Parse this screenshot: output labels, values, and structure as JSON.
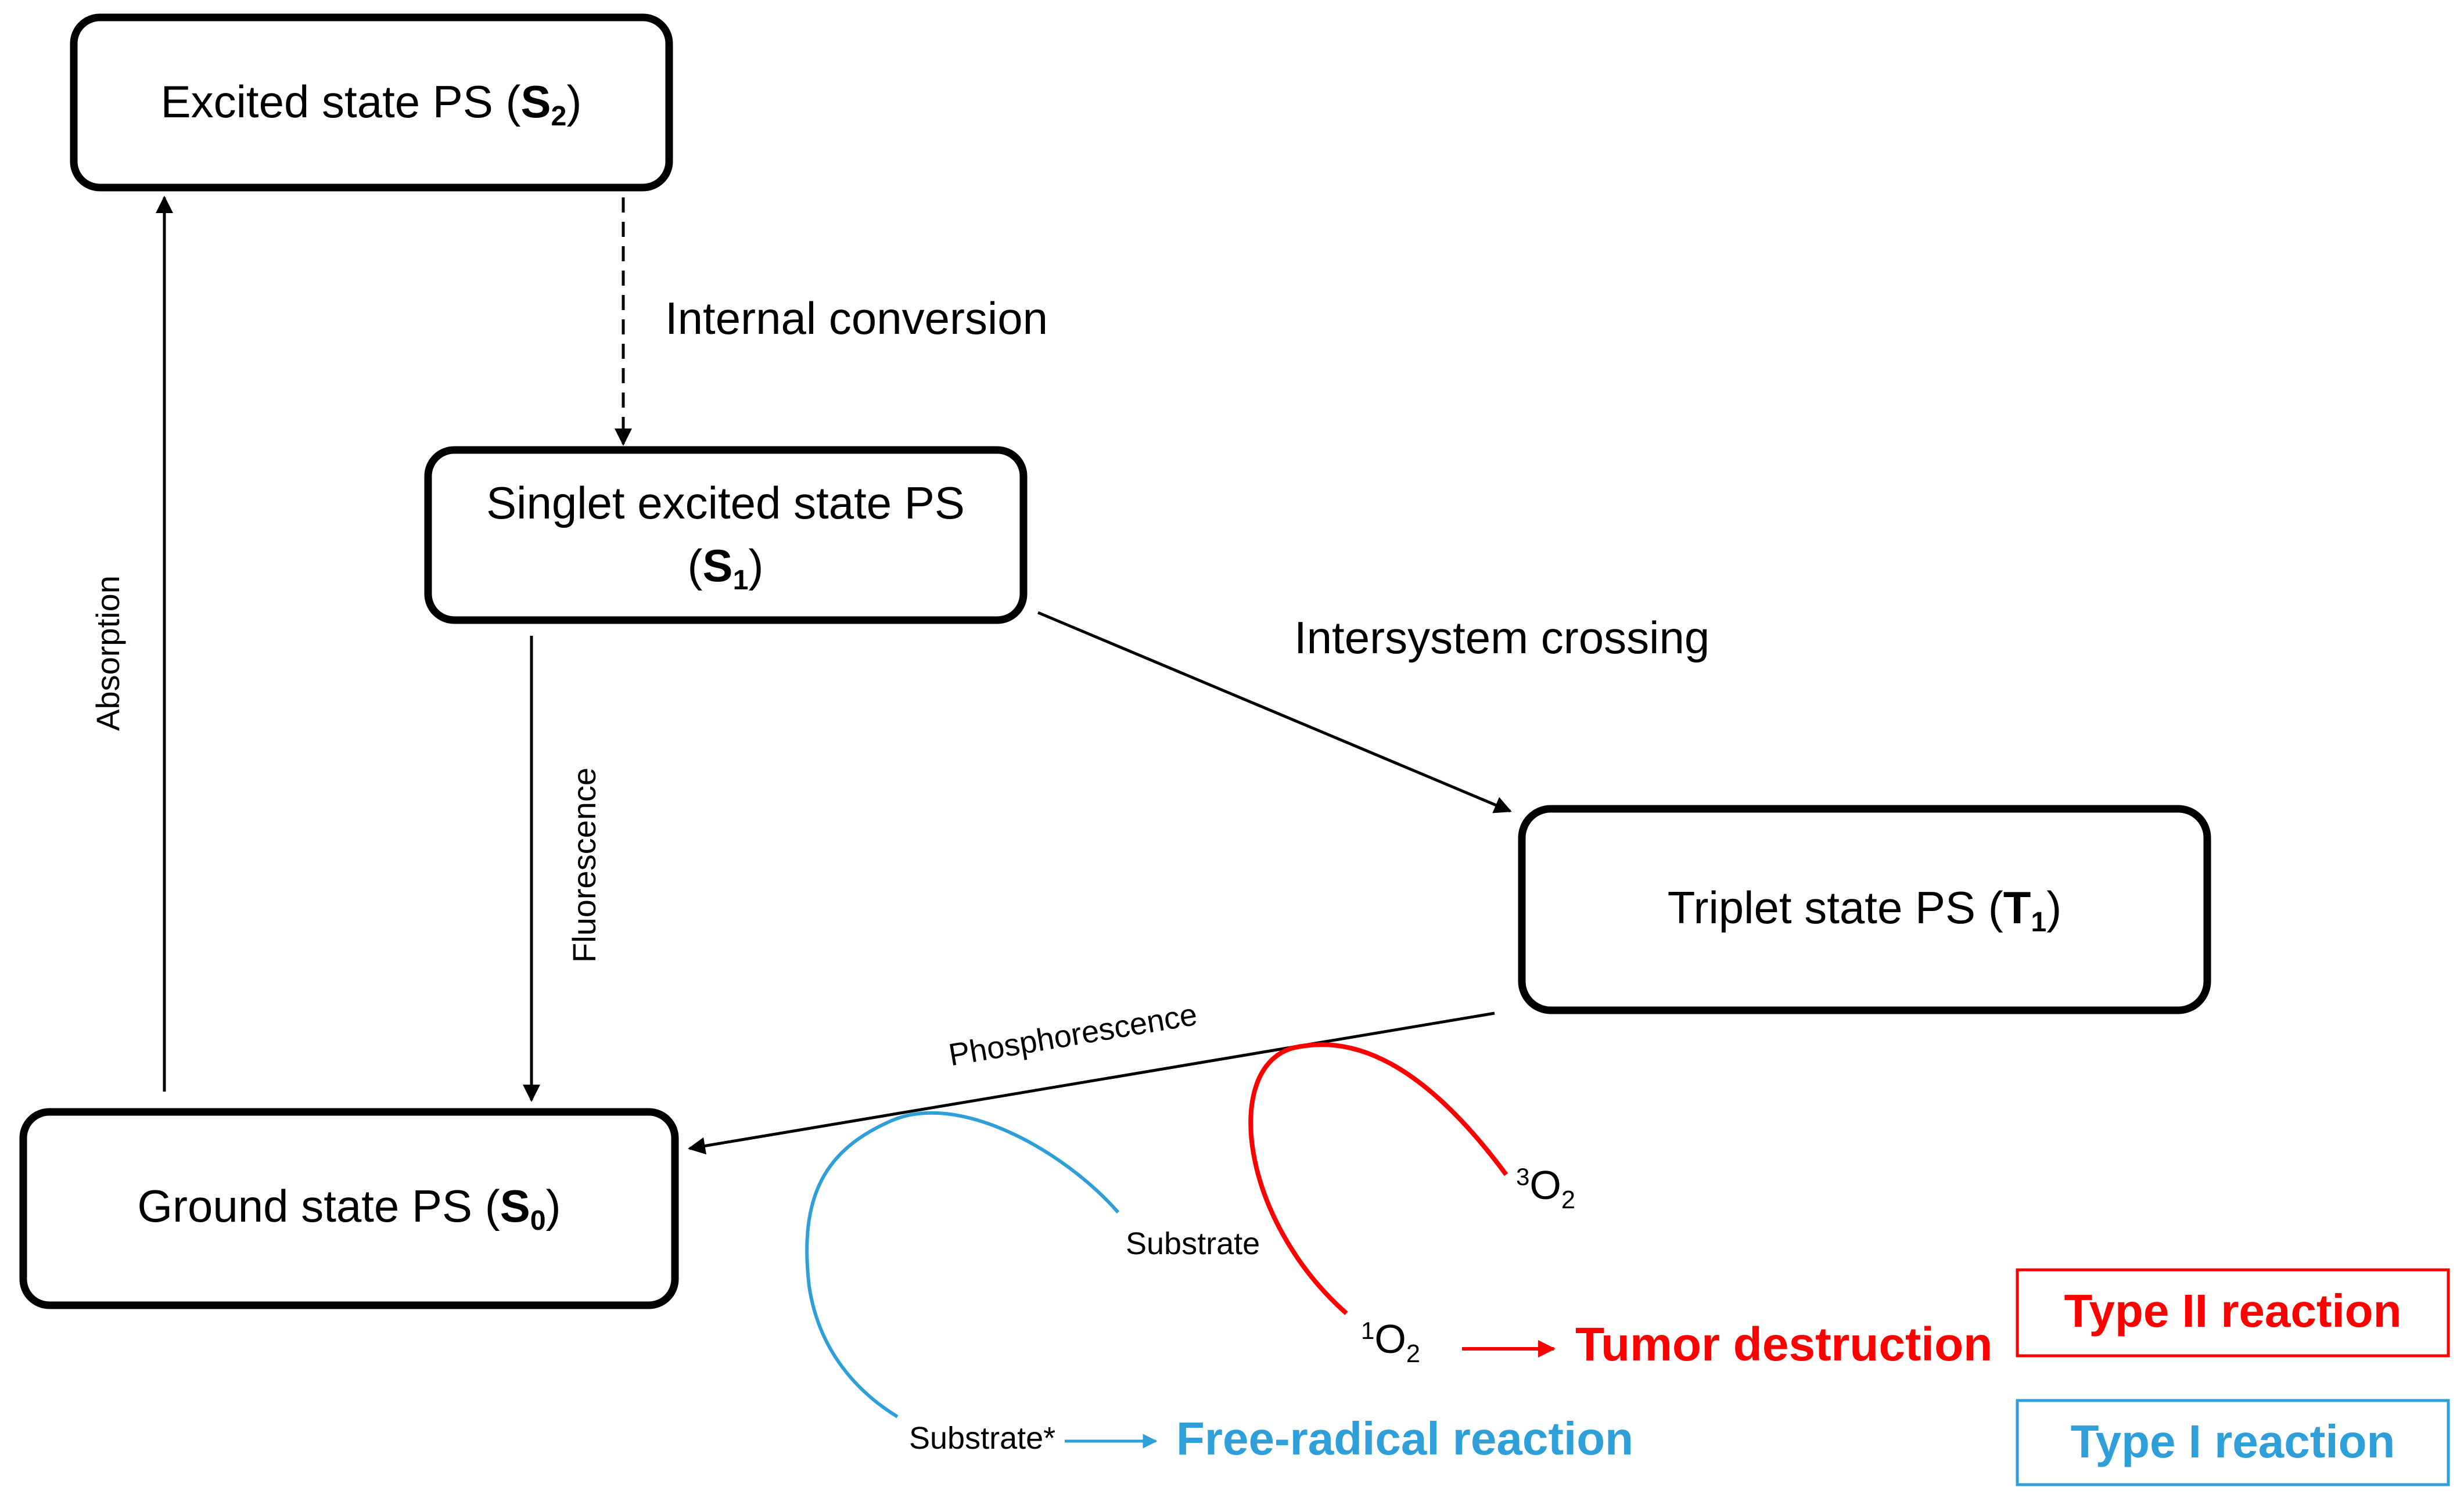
{
  "boxes": {
    "s2": {
      "label": "Excited state PS (",
      "symbol": "S",
      "subscript": "2",
      "close": ")"
    },
    "s1": {
      "line1": "Singlet excited state PS",
      "open": "(",
      "symbol": "S",
      "subscript": "1",
      "close": ")"
    },
    "t1": {
      "label": "Triplet state PS (",
      "symbol": "T",
      "subscript": "1",
      "close": ")"
    },
    "s0": {
      "label": "Ground state PS (",
      "symbol": "S",
      "subscript": "0",
      "close": ")"
    }
  },
  "processes": {
    "internal_conversion": "Internal conversion",
    "intersystem_crossing": "Intersystem crossing",
    "absorption": "Absorption",
    "fluorescence": "Fluorescence",
    "phosphorescence": "Phosphorescence"
  },
  "species": {
    "triplet_oxygen": {
      "sup": "3",
      "base": "O",
      "sub": "2"
    },
    "singlet_oxygen": {
      "sup": "1",
      "base": "O",
      "sub": "2"
    },
    "substrate": "Substrate",
    "substrate_excited": "Substrate*"
  },
  "outcomes": {
    "tumor_destruction": "Tumor destruction",
    "free_radical_reaction": "Free-radical reaction"
  },
  "legend": {
    "type2": "Type II reaction",
    "type1": "Type I reaction"
  },
  "colors": {
    "type2": "#ff0000",
    "type1": "#2e9fd8",
    "boxes": "#000000"
  }
}
